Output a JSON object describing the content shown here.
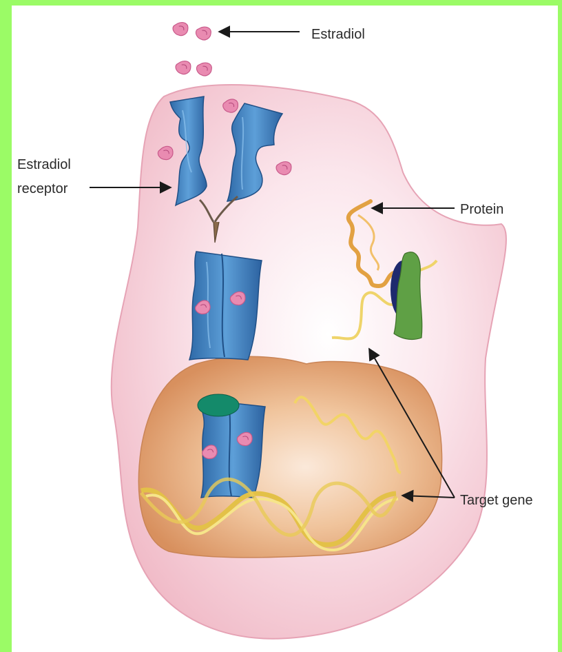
{
  "labels": {
    "estradiol": "Estradiol",
    "receptor_line1": "Estradiol",
    "receptor_line2": "receptor",
    "protein": "Protein",
    "target_gene": "Target gene"
  },
  "colors": {
    "border": "#9bfb66",
    "cell": "#f3c9d2",
    "nucleus": "#e2a47a",
    "receptor": "#3d7fbf",
    "estradiol": "#e98bb1",
    "protein": "#e2a142",
    "dna": "#f2dc6a",
    "green_molecule": "#5fa045"
  }
}
